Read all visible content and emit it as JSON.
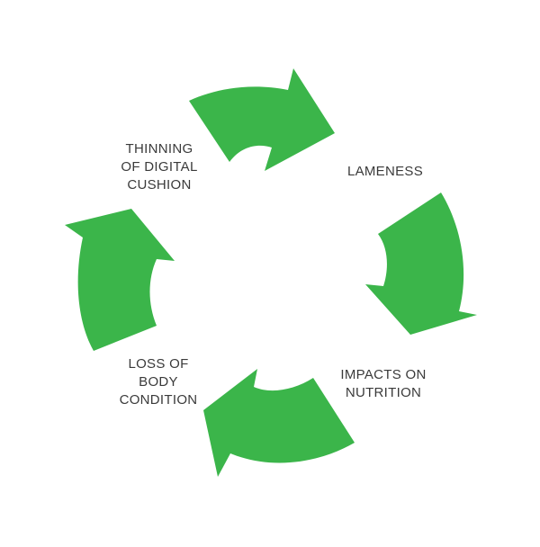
{
  "diagram": {
    "arrow_color": "#3bb54a",
    "arrow_icon": "curved-arrow",
    "stages": [
      {
        "id": "thinning",
        "lines": [
          "THINNING",
          "OF DIGITAL",
          "CUSHION"
        ]
      },
      {
        "id": "lameness",
        "lines": [
          "LAMENESS"
        ]
      },
      {
        "id": "impacts",
        "lines": [
          "IMPACTS ON",
          "NUTRITION"
        ]
      },
      {
        "id": "loss",
        "lines": [
          "LOSS OF",
          "BODY",
          "CONDITION"
        ]
      }
    ]
  }
}
